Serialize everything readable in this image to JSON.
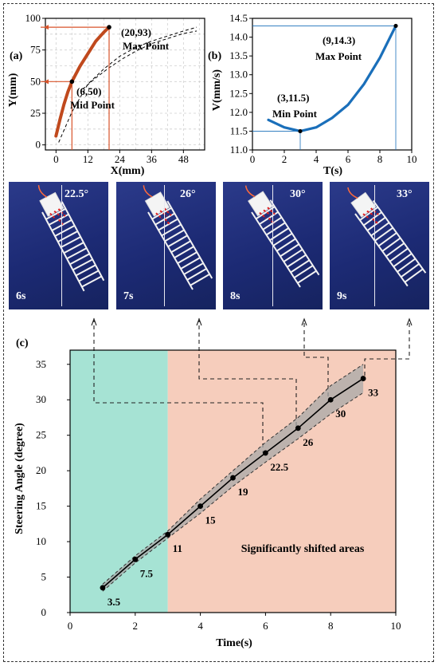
{
  "chart_data": [
    {
      "panel": "(a)",
      "type": "line",
      "xlabel": "X(mm)",
      "ylabel": "Y(mm)",
      "xlim": [
        -4,
        56
      ],
      "ylim": [
        -4,
        100
      ],
      "xticks": [
        0,
        12,
        24,
        36,
        48
      ],
      "yticks": [
        0,
        25,
        50,
        75,
        100
      ],
      "series": [
        {
          "style": "thick-orange",
          "color": "#c0491d",
          "x": [
            0,
            1.5,
            3,
            4.5,
            6,
            9,
            12,
            15,
            18,
            20
          ],
          "y": [
            7,
            20,
            32,
            42,
            50,
            62,
            72,
            82,
            89,
            93
          ]
        },
        {
          "style": "dashed-black",
          "x": [
            1,
            6,
            12,
            18,
            24,
            30,
            36,
            42,
            48,
            53
          ],
          "y": [
            2,
            26,
            48,
            60,
            70,
            77,
            82,
            86,
            90,
            93
          ]
        },
        {
          "style": "dashed-black",
          "x": [
            10,
            15,
            20,
            25,
            30,
            36,
            42,
            48,
            53
          ],
          "y": [
            44,
            53,
            61,
            68,
            74,
            80,
            84,
            88,
            90
          ]
        }
      ],
      "annotations": [
        {
          "x": 20,
          "y": 93,
          "text": "(20,93)",
          "text2": "Max Point"
        },
        {
          "x": 6,
          "y": 50,
          "text": "(6,50)",
          "text2": "Mid Point"
        }
      ]
    },
    {
      "panel": "(b)",
      "type": "line",
      "xlabel": "T(s)",
      "ylabel": "V(mm/s)",
      "xlim": [
        0,
        10
      ],
      "ylim": [
        11,
        14.5
      ],
      "xticks": [
        0,
        2,
        4,
        6,
        8,
        10
      ],
      "yticks": [
        11.0,
        11.5,
        12.0,
        12.5,
        13.0,
        13.5,
        14.0,
        14.5
      ],
      "series": [
        {
          "color": "#1a6fba",
          "x": [
            1,
            2,
            3,
            4,
            5,
            6,
            7,
            8,
            9
          ],
          "y": [
            11.8,
            11.6,
            11.5,
            11.6,
            11.85,
            12.2,
            12.75,
            13.45,
            14.3
          ]
        }
      ],
      "annotations": [
        {
          "x": 3,
          "y": 11.5,
          "text": "(3,11.5)",
          "text2": "Min Point"
        },
        {
          "x": 9,
          "y": 14.3,
          "text": "(9,14.3)",
          "text2": "Max Point"
        }
      ]
    },
    {
      "panel": "(c)",
      "type": "line",
      "xlabel": "Time(s)",
      "ylabel": "Steering Angle (degree)",
      "xlim": [
        0,
        10
      ],
      "ylim": [
        0,
        37
      ],
      "xticks": [
        0,
        2,
        4,
        6,
        8,
        10
      ],
      "yticks": [
        0,
        5,
        10,
        15,
        20,
        25,
        30,
        35
      ],
      "x": [
        1,
        2,
        3,
        4,
        5,
        6,
        7,
        8,
        9
      ],
      "y": [
        3.5,
        7.5,
        11,
        15,
        19,
        22.5,
        26,
        30,
        33
      ],
      "point_labels": [
        "3.5",
        "7.5",
        "11",
        "15",
        "19",
        "22.5",
        "26",
        "30",
        "33"
      ],
      "band": {
        "lower": [
          3,
          7,
          10.5,
          14,
          17.8,
          21.2,
          24.5,
          28,
          31
        ],
        "upper": [
          4,
          8,
          11.5,
          16,
          20,
          24,
          27.5,
          32,
          35
        ]
      },
      "regions": [
        {
          "x": [
            0,
            3
          ],
          "color": "#a6e3d4"
        },
        {
          "x": [
            3,
            10
          ],
          "color": "#f6cdbc",
          "label": "Significantly shifted areas"
        }
      ]
    }
  ],
  "photos": [
    {
      "angle": "22.5°",
      "time": "6s"
    },
    {
      "angle": "26°",
      "time": "7s"
    },
    {
      "angle": "30°",
      "time": "8s"
    },
    {
      "angle": "33°",
      "time": "9s"
    }
  ],
  "colors": {
    "orange": "#c0491d",
    "blue": "#1a6fba",
    "teal": "#a6e3d4",
    "salmon": "#f6cdbc"
  }
}
